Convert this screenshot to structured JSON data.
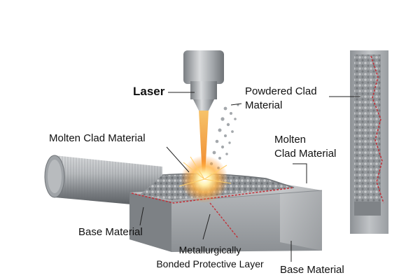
{
  "labels": {
    "laser": "Laser",
    "powdered_clad_line1": "Powdered Clad",
    "powdered_clad_line2": "Material",
    "molten_clad_left": "Molten Clad Material",
    "molten_clad_right_line1": "Molten",
    "molten_clad_right_line2": "Clad Material",
    "base_material_left": "Base Material",
    "base_material_right": "Base Material",
    "bonded_layer_line1": "Metallurgically",
    "bonded_layer_line2": "Bonded Protective Layer"
  },
  "colors": {
    "accent_bond_line": "#c0323a",
    "beam": "#f2a13a",
    "glow": "#ffb347",
    "metal": "#9a9ea3"
  }
}
